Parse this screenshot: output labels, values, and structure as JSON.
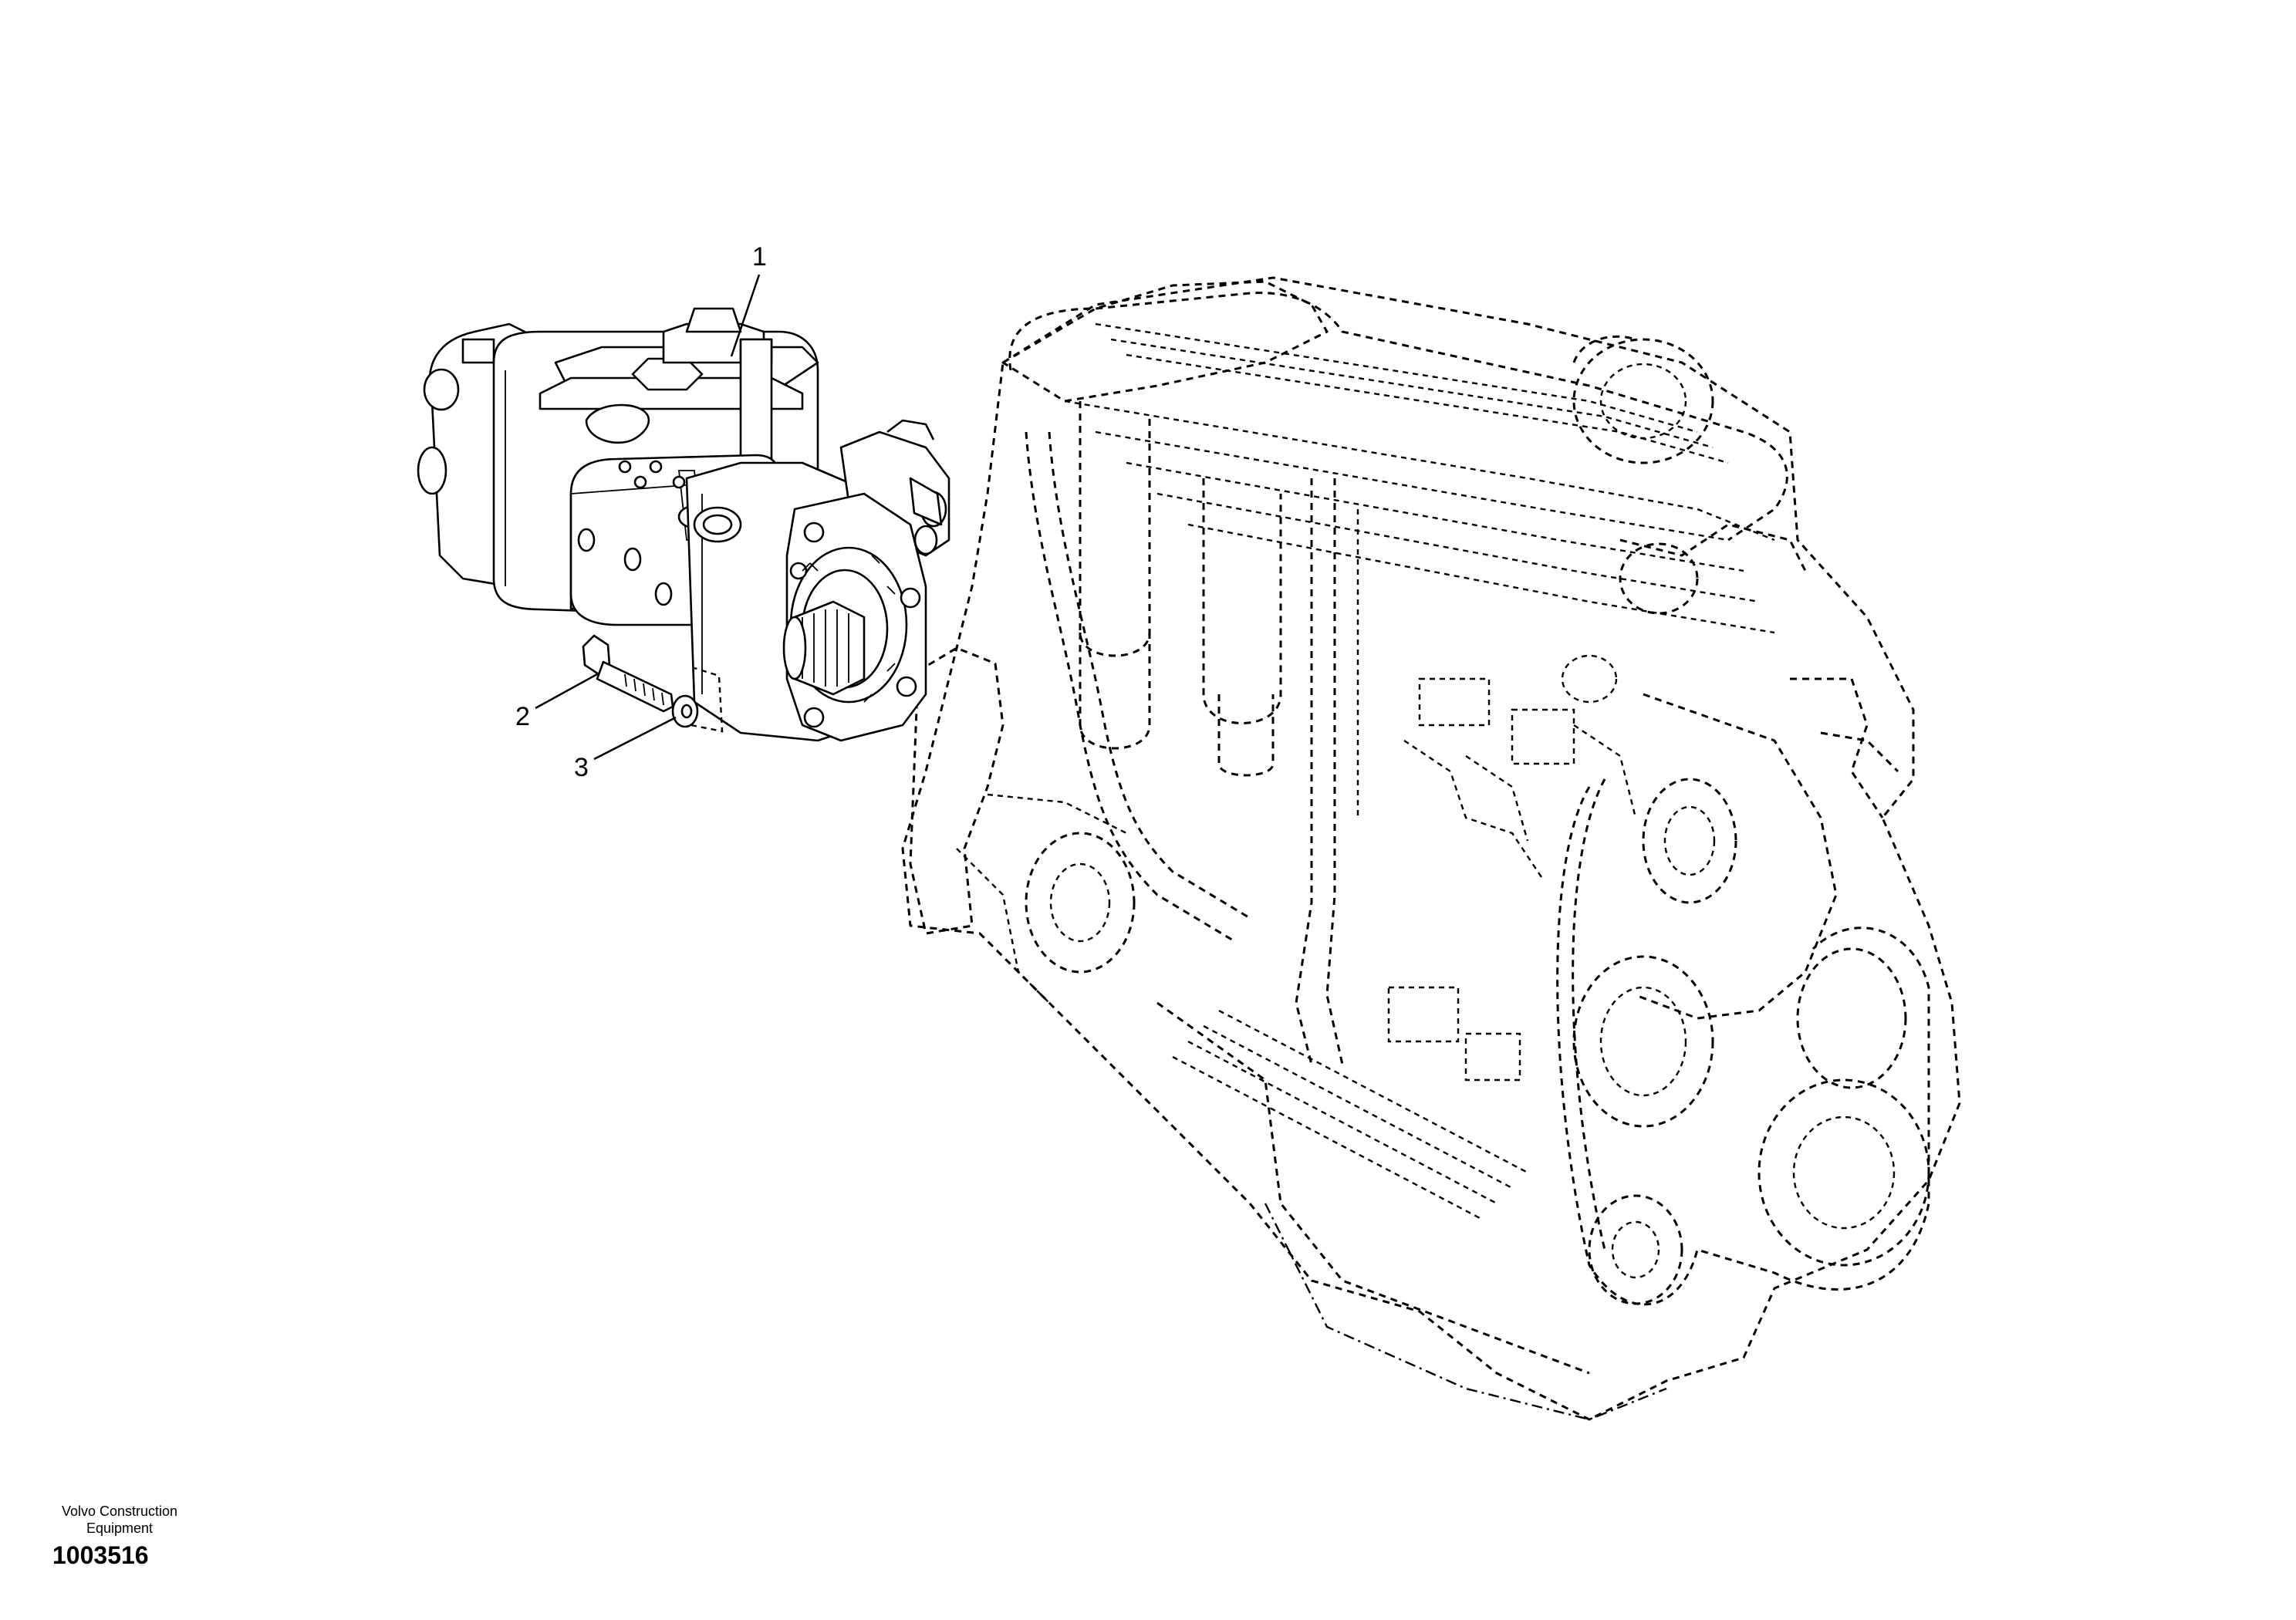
{
  "callouts": [
    {
      "id": "1",
      "label": "1",
      "part": "hydraulic-pump"
    },
    {
      "id": "2",
      "label": "2",
      "part": "bolt"
    },
    {
      "id": "3",
      "label": "3",
      "part": "washer"
    }
  ],
  "footer": {
    "brand_line1": "Volvo Construction",
    "brand_line2": "Equipment",
    "drawing_number": "1003516"
  },
  "colors": {
    "line": "#000000",
    "background": "#ffffff"
  }
}
